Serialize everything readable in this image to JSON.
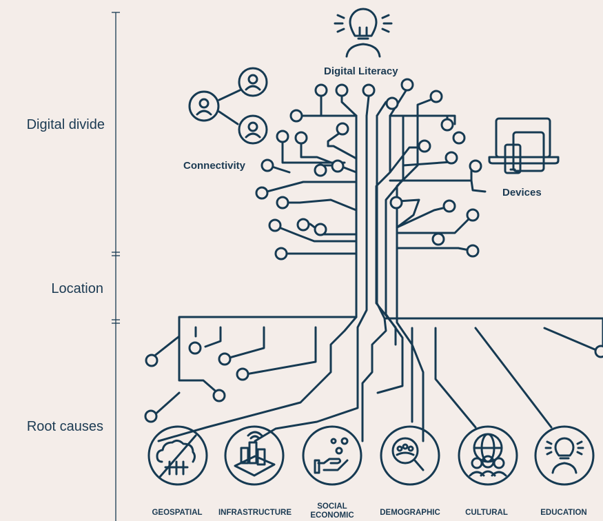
{
  "axis": {
    "sections": [
      "Digital divide",
      "Location",
      "Root causes"
    ]
  },
  "nodes": {
    "digital_literacy": "Digital Literacy",
    "connectivity": "Connectivity",
    "devices": "Devices"
  },
  "root_causes": [
    {
      "label": "GEOSPATIAL"
    },
    {
      "label": "INFRASTRUCTURE"
    },
    {
      "label_line1": "SOCIAL",
      "label_line2": "ECONOMIC"
    },
    {
      "label": "DEMOGRAPHIC"
    },
    {
      "label": "CULTURAL"
    },
    {
      "label": "EDUCATION"
    }
  ],
  "colors": {
    "background": "#f4ede9",
    "ink": "#163a52"
  }
}
